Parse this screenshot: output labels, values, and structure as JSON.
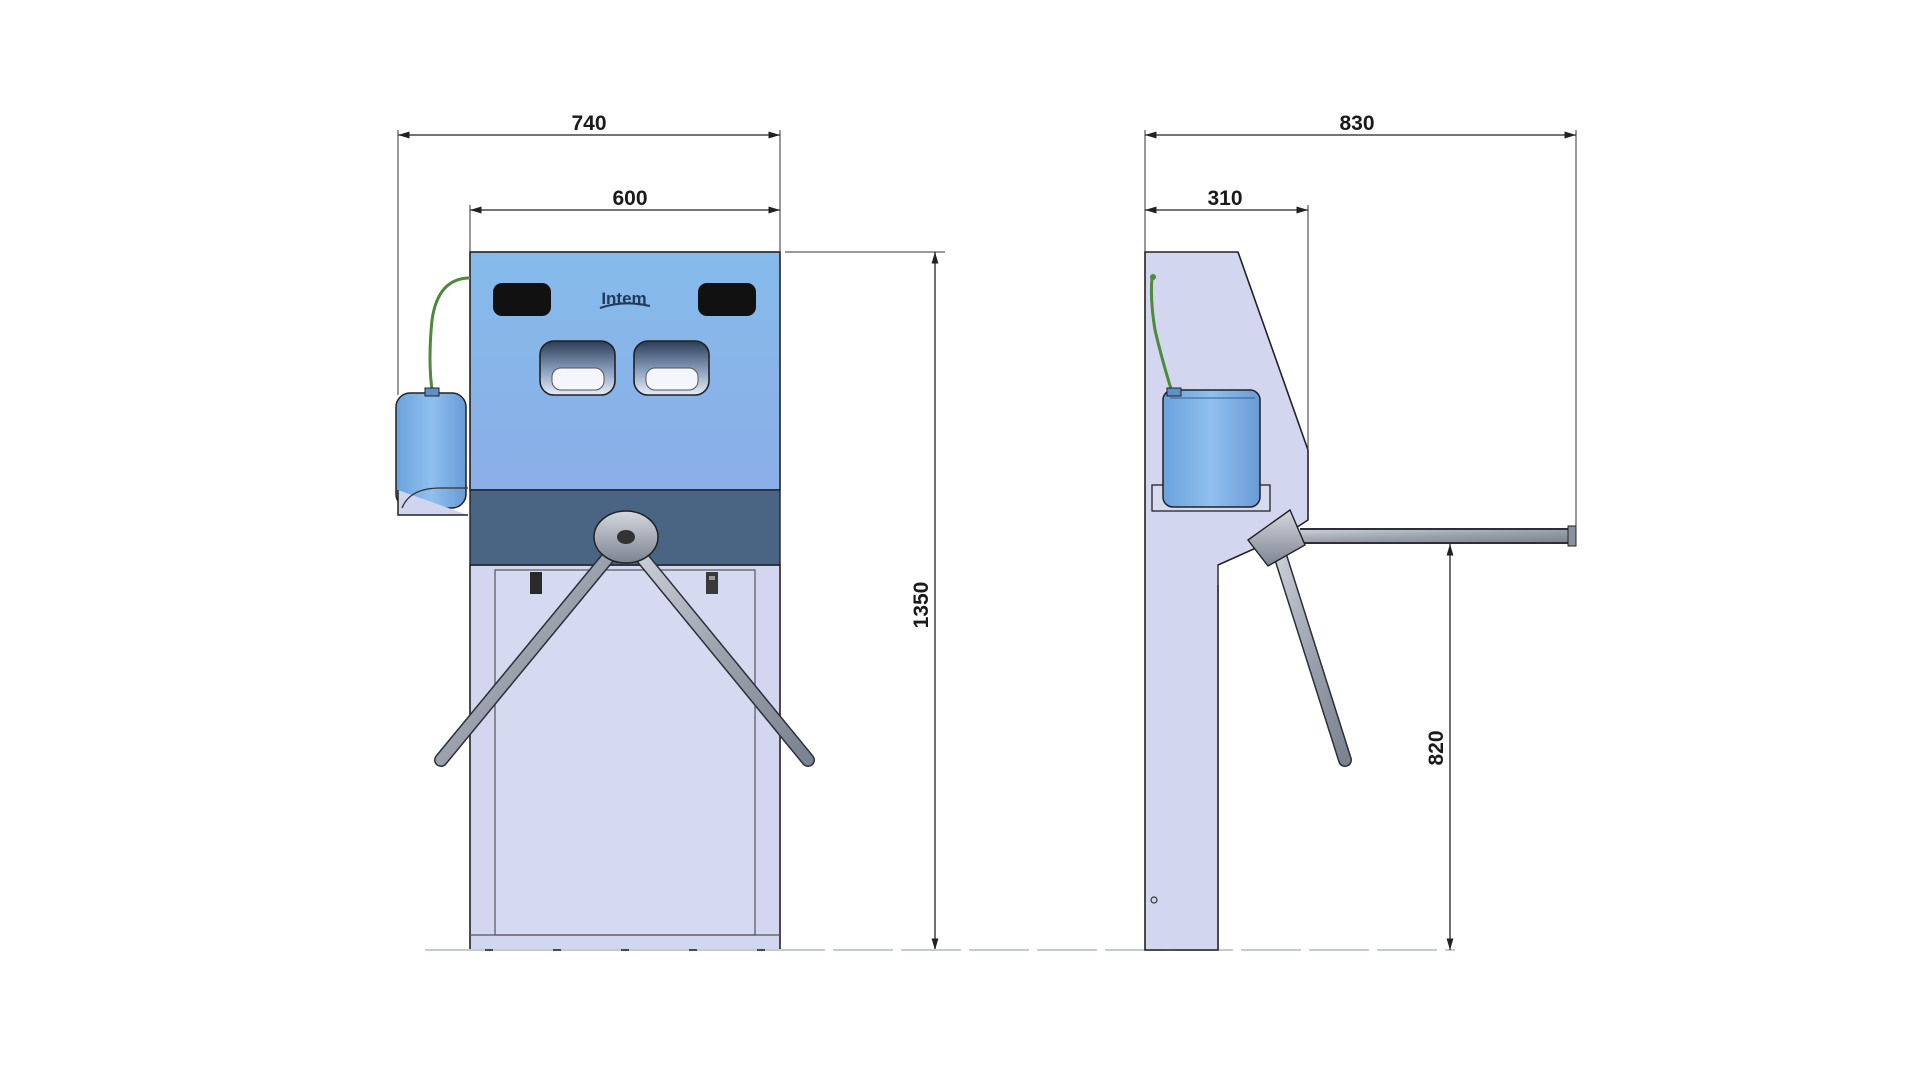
{
  "diagram": {
    "brand_label": "Intem",
    "front_view": {
      "dim_overall_width": "740",
      "dim_body_width": "600",
      "dim_height": "1350"
    },
    "side_view": {
      "dim_overall_depth": "830",
      "dim_body_depth": "310",
      "dim_arm_height": "820"
    },
    "colors": {
      "panel_blue": "#8fbce8",
      "band_dark": "#4a6584",
      "body": "#d2d6ef",
      "steel": "#a7adb8",
      "hose": "#4c8a3c",
      "canister": "#7eb0e2"
    }
  }
}
